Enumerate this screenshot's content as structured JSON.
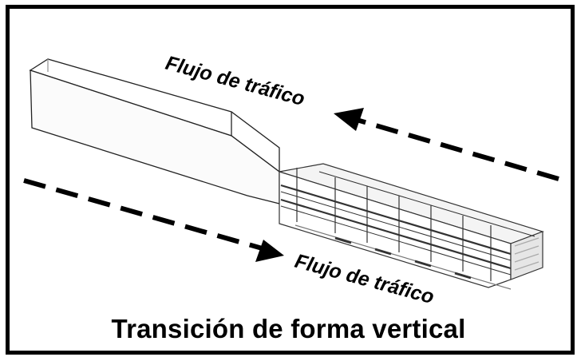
{
  "title": "Transición de forma vertical",
  "flow_label_upper": "Flujo de tráfico",
  "flow_label_lower": "Flujo de tráfico"
}
